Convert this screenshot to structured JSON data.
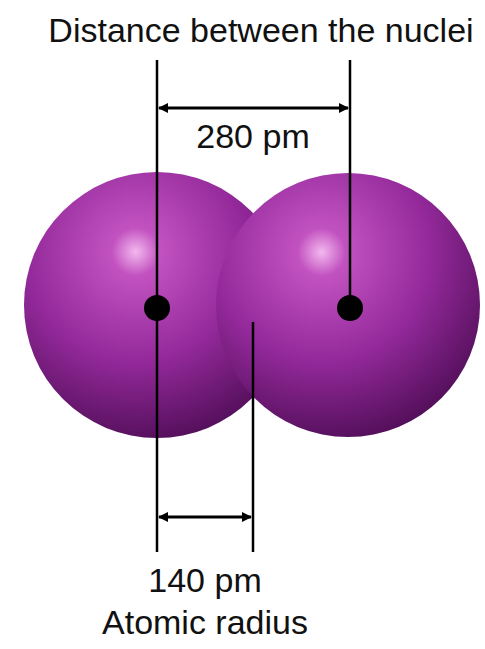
{
  "diagram": {
    "labels": [
      "Distance between the nuclei",
      "280 pm",
      "140 pm",
      "Atomic radius"
    ]
  }
}
